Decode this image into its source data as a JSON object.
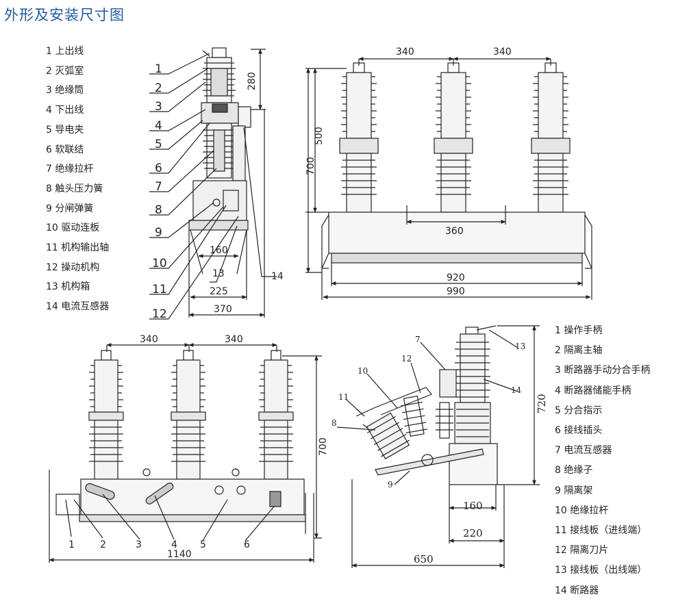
{
  "title": "外形及安装尺寸图",
  "legend_top": [
    "1 上出线",
    "2 灭弧室",
    "3 绝缘筒",
    "4 下出线",
    "5 导电夹",
    "6 软联结",
    "7 绝缘拉杆",
    "8 触头压力簧",
    "9 分闸弹簧",
    "10 驱动连板",
    "11 机构输出轴",
    "12 操动机构",
    "13 机构箱",
    "14 电流互感器"
  ],
  "legend_bottom": [
    "1 操作手柄",
    "2 隔离主轴",
    "3 断路器手动分合手柄",
    "4 断路器储能手柄",
    "5 分合指示",
    "6 接线插头",
    "7 电流互感器",
    "8 绝缘子",
    "9 隔离架",
    "10 绝缘拉杆",
    "11 接线板（进线端）",
    "12 隔离刀片",
    "13 接线板（出线端）",
    "14 断路器"
  ],
  "side_view": {
    "callouts": [
      "1",
      "2",
      "3",
      "4",
      "5",
      "6",
      "7",
      "8",
      "9",
      "10",
      "11",
      "12",
      "13",
      "14"
    ],
    "dims": {
      "height_top": "280",
      "d160": "160",
      "d225": "225",
      "d370": "370"
    }
  },
  "front_view": {
    "dims": {
      "pitch_a": "340",
      "pitch_b": "340",
      "h500": "500",
      "h700": "700",
      "mount": "360",
      "w920": "920",
      "w990": "990"
    }
  },
  "front_view_2": {
    "dims": {
      "pitch_a": "340",
      "pitch_b": "340",
      "h700": "700",
      "w1140": "1140"
    },
    "callouts": [
      "1",
      "2",
      "3",
      "4",
      "5",
      "6"
    ]
  },
  "isolator_view": {
    "dims": {
      "h720": "720",
      "d160": "160",
      "d220": "220",
      "d650": "650"
    },
    "callouts": [
      "7",
      "12",
      "10",
      "11",
      "8",
      "9",
      "13",
      "14"
    ]
  }
}
